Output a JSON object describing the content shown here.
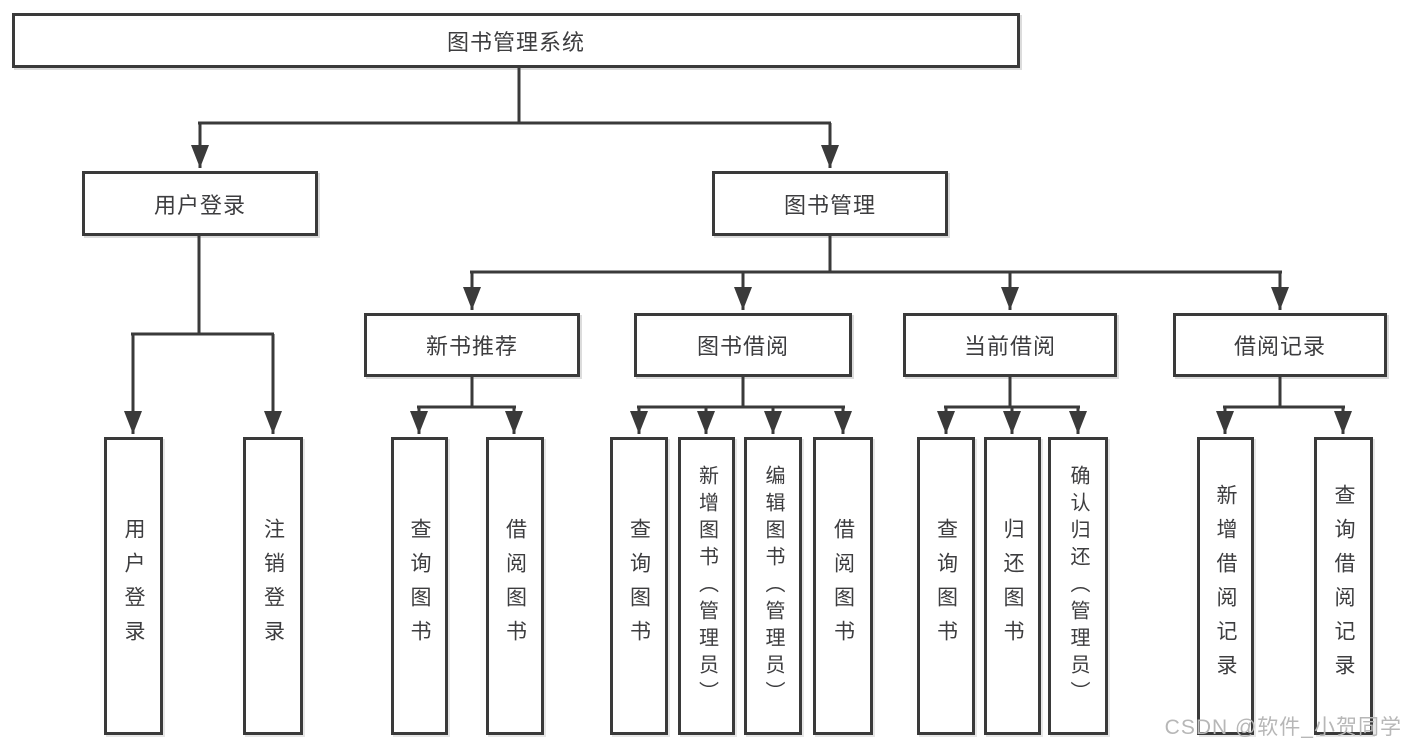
{
  "diagram": {
    "root": "图书管理系统",
    "level2": {
      "user_login": {
        "label": "用户登录",
        "children": [
          "用户登录",
          "注销登录"
        ]
      },
      "book_management": {
        "label": "图书管理",
        "sections": {
          "new_book_recommend": {
            "label": "新书推荐",
            "children": [
              "查询图书",
              "借阅图书"
            ]
          },
          "book_borrow": {
            "label": "图书借阅",
            "children": [
              "查询图书",
              "新增图书（管理员）",
              "编辑图书（管理员）",
              "借阅图书"
            ]
          },
          "current_borrow": {
            "label": "当前借阅",
            "children": [
              "查询图书",
              "归还图书",
              "确认归还（管理员）"
            ]
          },
          "borrow_records": {
            "label": "借阅记录",
            "children": [
              "新增借阅记录",
              "查询借阅记录"
            ]
          }
        }
      }
    },
    "watermark": "CSDN @软件_小贺同学",
    "colors": {
      "line": "#3a3a3a",
      "text": "#3d3d3f",
      "watermark": "#b7b7b7",
      "background": "#ffffff"
    }
  }
}
